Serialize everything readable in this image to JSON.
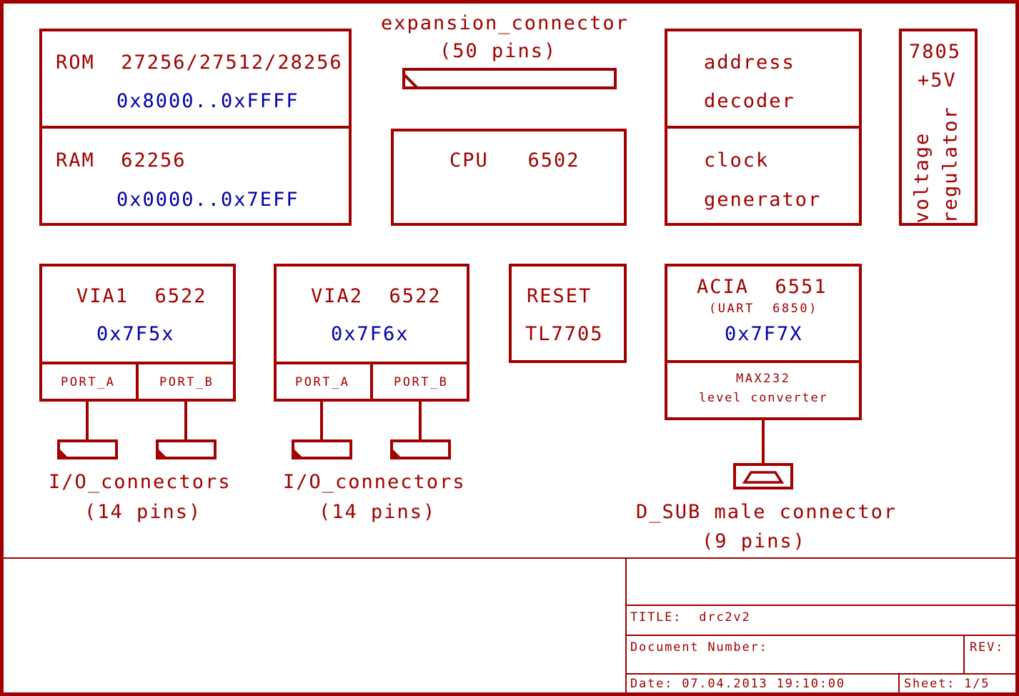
{
  "colors": {
    "line": "#a00000",
    "accent_blue": "#0000aa",
    "background": "#ffffff"
  },
  "diagram": {
    "rom": {
      "label": "ROM  27256/27512/28256",
      "address_range": "0x8000..0xFFFF"
    },
    "ram": {
      "label": "RAM  62256",
      "address_range": "0x0000..0x7EFF"
    },
    "expansion_connector": {
      "label": "expansion_connector",
      "pins": "(50 pins)"
    },
    "cpu": {
      "label": "CPU   6502"
    },
    "address_decoder": {
      "line1": "address",
      "line2": "decoder"
    },
    "clock_generator": {
      "line1": "clock",
      "line2": "generator"
    },
    "voltage_regulator": {
      "part": "7805",
      "output": "+5V",
      "caption_line1": "voltage",
      "caption_line2": "regulator"
    },
    "via1": {
      "label": "VIA1  6522",
      "address_range": "0x7F5x",
      "port_a": "PORT_A",
      "port_b": "PORT_B"
    },
    "via2": {
      "label": "VIA2  6522",
      "address_range": "0x7F6x",
      "port_a": "PORT_A",
      "port_b": "PORT_B"
    },
    "reset": {
      "line1": "RESET",
      "line2": "TL7705"
    },
    "acia": {
      "label": "ACIA  6551",
      "alt": "(UART  6850)",
      "address_range": "0x7F7X"
    },
    "max232": {
      "line1": "MAX232",
      "line2": "level converter"
    },
    "io_connectors_1": {
      "label": "I/O_connectors",
      "pins": "(14 pins)"
    },
    "io_connectors_2": {
      "label": "I/O_connectors",
      "pins": "(14 pins)"
    },
    "d_sub": {
      "label": "D_SUB male connector",
      "pins": "(9 pins)"
    }
  },
  "title_block": {
    "title": "TITLE:  drc2v2",
    "document_number": "Document Number:",
    "rev": "REV:",
    "date": "Date: 07.04.2013 19:10:00",
    "sheet": "Sheet: 1/5"
  }
}
